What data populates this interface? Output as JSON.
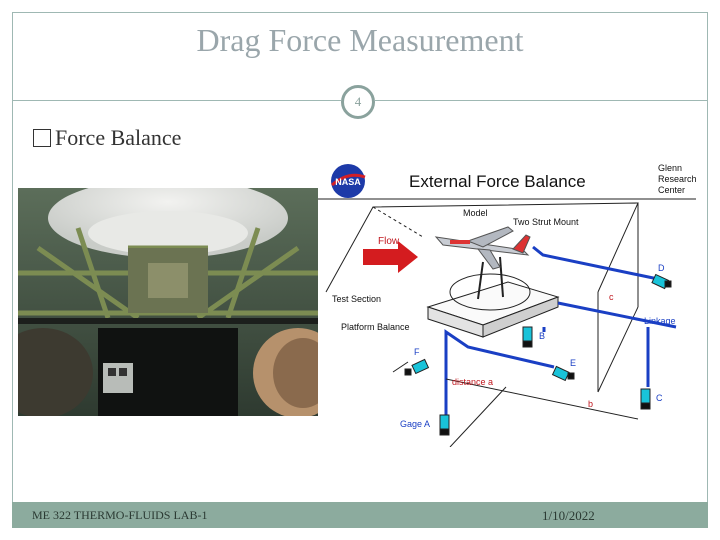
{
  "slide": {
    "title": "Drag Force Measurement",
    "number": "4",
    "bullet": "Force Balance"
  },
  "diagram": {
    "header": "External  Force Balance",
    "logo_text": "NASA",
    "center": [
      "Glenn",
      "Research",
      "Center"
    ],
    "labels": {
      "model": "Model",
      "mount": "Two Strut  Mount",
      "flow": "Flow",
      "test_section": "Test  Section",
      "platform": "Platform Balance",
      "linkage": "Linkage",
      "distance_a": "distance  a",
      "b": "b",
      "c_lower": "c",
      "gage_a": "Gage A",
      "B": "B",
      "C": "C",
      "D": "D",
      "E": "E",
      "F": "F"
    }
  },
  "footer": {
    "course": "ME 322 THERMO-FLUIDS LAB-1",
    "date": "1/10/2022"
  },
  "colors": {
    "accent": "#8cab9e",
    "link_blue": "#1a3fc4",
    "label_red": "#c0181f",
    "gage_cyan": "#19c3d9"
  }
}
